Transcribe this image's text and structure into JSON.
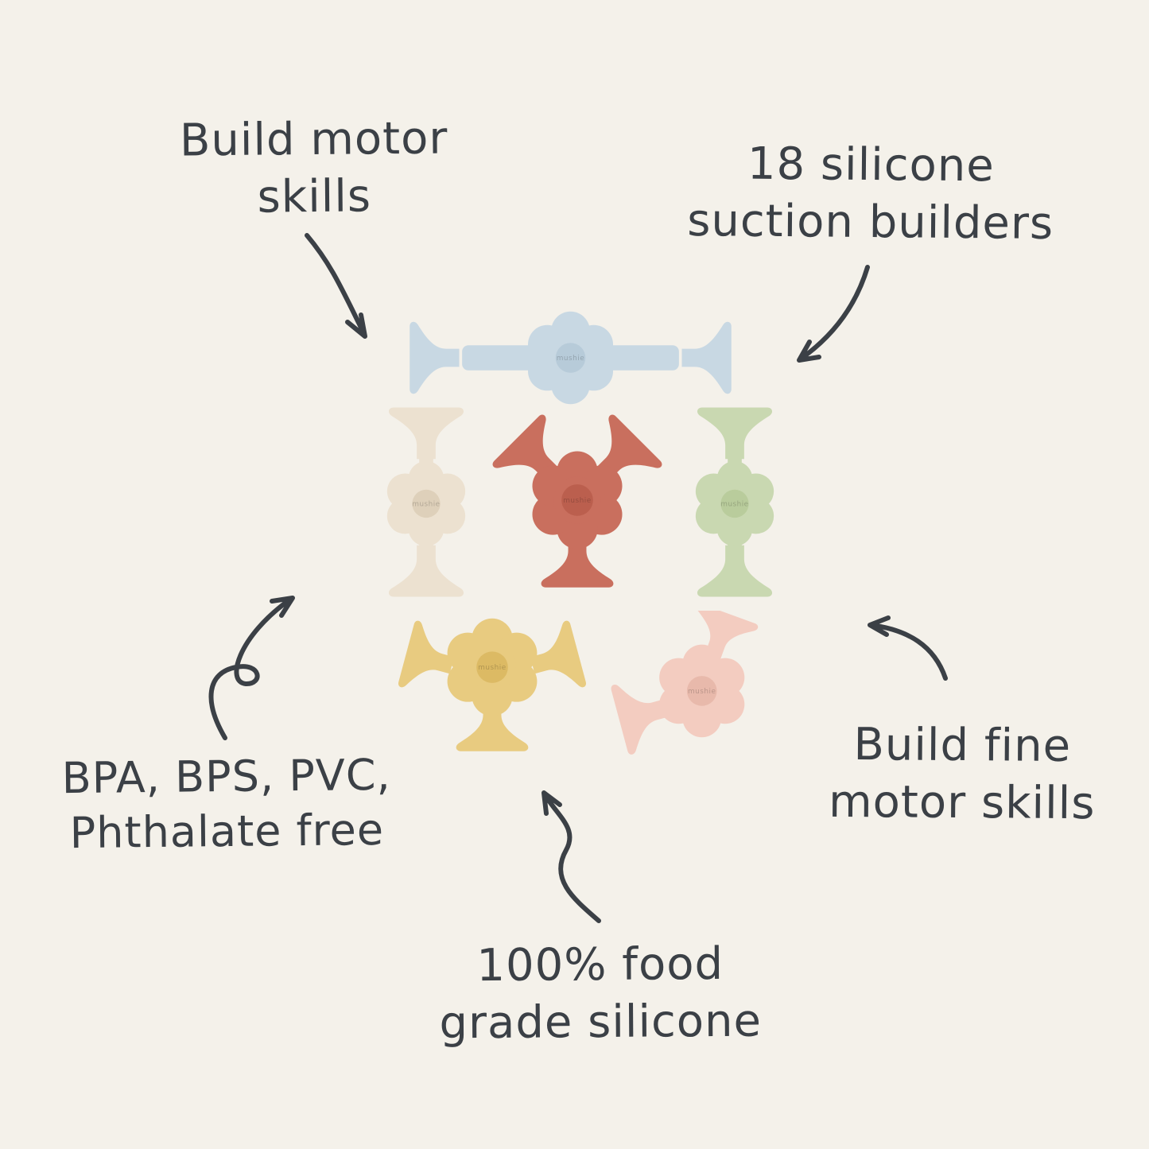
{
  "page": {
    "background": "#f4f1ea",
    "text_color": "#3b4046",
    "arrow_color": "#3b4046"
  },
  "labels": {
    "build_motor": {
      "line1": "Build motor",
      "line2": "skills"
    },
    "suction_builders": {
      "line1": "18 silicone",
      "line2": "suction builders"
    },
    "bpa_free": {
      "line1": "BPA, BPS, PVC,",
      "line2": "Phthalate free"
    },
    "fine_motor": {
      "line1": "Build fine",
      "line2": "motor skills"
    },
    "food_grade": {
      "line1": "100% food",
      "line2": "grade silicone"
    }
  },
  "product": {
    "brand": "mushie",
    "pieces": [
      {
        "name": "blue bar builder",
        "color": "#c8d8e3",
        "center": "#b7cbd9"
      },
      {
        "name": "cream spool builder",
        "color": "#ece1d0",
        "center": "#ded0ba"
      },
      {
        "name": "terracotta horn builder",
        "color": "#c96f5e",
        "center": "#bb5f4e"
      },
      {
        "name": "green spool builder",
        "color": "#c9d8b1",
        "center": "#b9cc9c"
      },
      {
        "name": "yellow flower builder",
        "color": "#e8cb80",
        "center": "#dcba64"
      },
      {
        "name": "pink flower builder",
        "color": "#f3ccc0",
        "center": "#e8b9ab"
      }
    ]
  }
}
